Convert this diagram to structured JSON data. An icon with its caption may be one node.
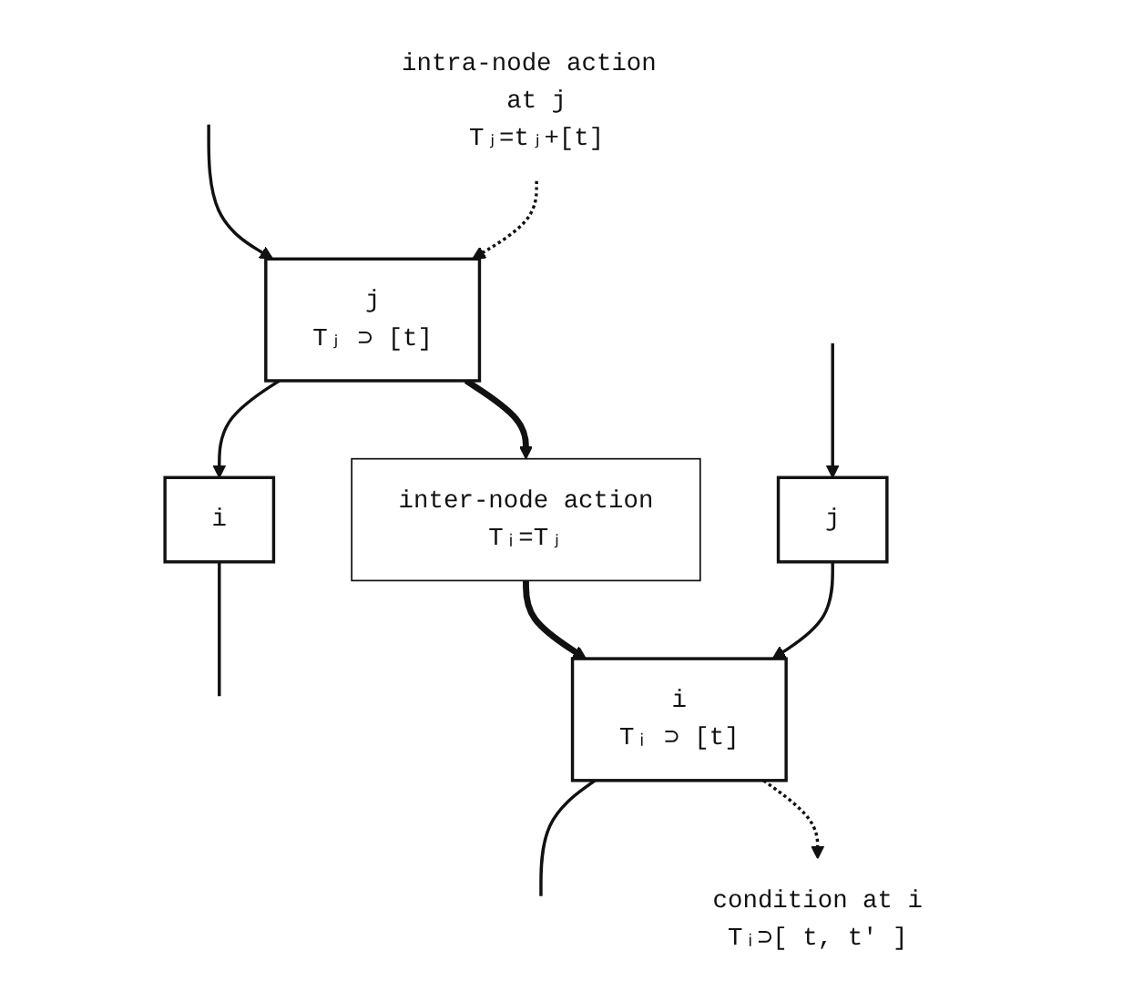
{
  "diagram": {
    "nodes": [
      {
        "text": [
          "i"
        ]
      },
      {
        "text": [
          "j",
          "Tⱼ ⊃ [t]"
        ]
      },
      {
        "text": [
          "intra-node action at j",
          "Tⱼ=tⱼ+[t]"
        ]
      },
      {
        "text": [
          "inter-node action",
          "Tᵢ=Tⱼ"
        ]
      },
      {
        "text": [
          "i",
          "Tᵢ ⊃ [t]"
        ]
      },
      {
        "text": [
          "j"
        ]
      },
      {
        "text": [
          "condition at i",
          "Tᵢ⊃[ t, t' ]"
        ]
      }
    ],
    "edges": [
      {
        "from": 0,
        "to": null,
        "arrow": "none"
      },
      {
        "from": 1,
        "to": 0,
        "arrow": "to"
      },
      {
        "from": null,
        "to": 1,
        "arrow": "to"
      },
      {
        "from": 2,
        "to": 1,
        "arrow": "to",
        "style": "dashed"
      },
      {
        "from": 1,
        "to": 3,
        "arrow": "to",
        "style": "thick"
      },
      {
        "from": 3,
        "to": 4,
        "arrow": "to",
        "style": "thick"
      },
      {
        "from": 4,
        "to": null,
        "arrow": "none"
      },
      {
        "from": 5,
        "to": 4,
        "arrow": "to"
      },
      {
        "from": null,
        "to": 5,
        "arrow": "to"
      },
      {
        "from": 4,
        "to": 6,
        "arrow": "to",
        "style": "dashed"
      }
    ]
  }
}
